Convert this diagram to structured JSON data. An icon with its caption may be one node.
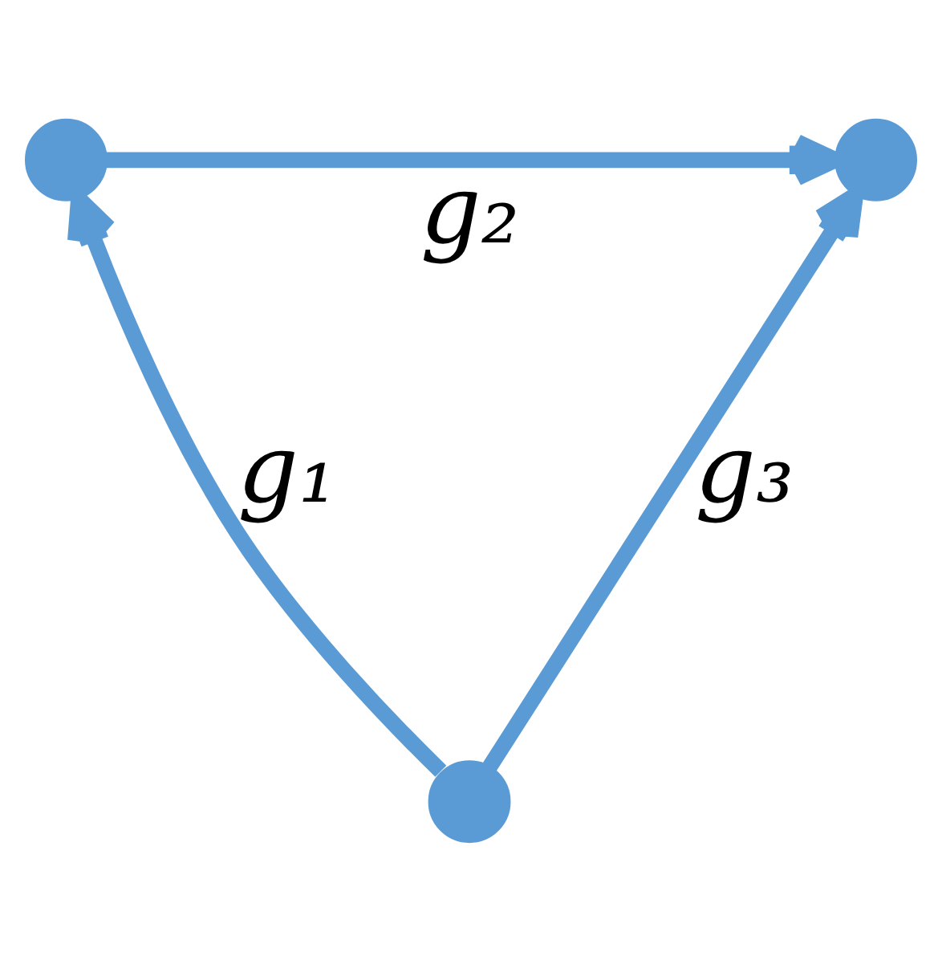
{
  "diagram": {
    "nodes": [
      {
        "text": [],
        "shape": "circle"
      },
      {
        "text": [],
        "shape": "circle"
      },
      {
        "text": [],
        "shape": "circle"
      }
    ],
    "edges": [
      {
        "from": 2,
        "to": 1,
        "arrow": "to",
        "label": "g₁"
      },
      {
        "from": 1,
        "to": 0,
        "arrow": "to",
        "label": "g₂"
      },
      {
        "from": 2,
        "to": 0,
        "arrow": "to",
        "label": "g₃"
      }
    ]
  }
}
